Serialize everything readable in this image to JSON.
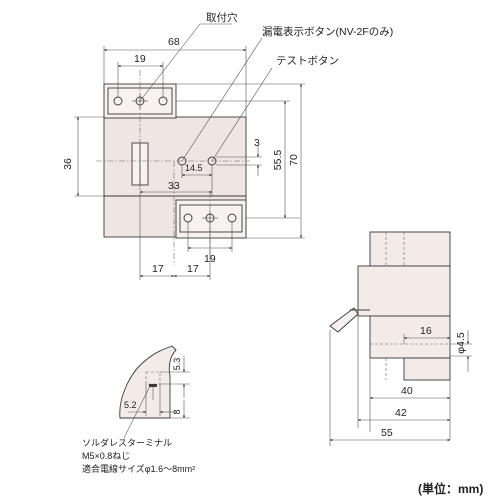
{
  "labels": {
    "mounting_hole": "取付穴",
    "leak_button": "漏電表示ボタン(NV-2Fのみ)",
    "test_button": "テストボタン",
    "terminal_1": "ソルダレスターミナル",
    "terminal_2": "M5×0.8ねじ",
    "terminal_3": "適合電線サイズφ1.6～8mm²",
    "unit": "(単位：mm)"
  },
  "dims": {
    "d68": "68",
    "d19_top": "19",
    "d36": "36",
    "d3": "3",
    "d14_5": "14.5",
    "d33": "33",
    "d55_5": "55.5",
    "d70": "70",
    "d19_bottom": "19",
    "d17_left": "17",
    "d17_right": "17",
    "d16": "16",
    "d4_5": "φ4.5",
    "d40": "40",
    "d42": "42",
    "d55": "55",
    "d5_3": "5.3",
    "d5_2": "5.2",
    "d8": "8"
  }
}
